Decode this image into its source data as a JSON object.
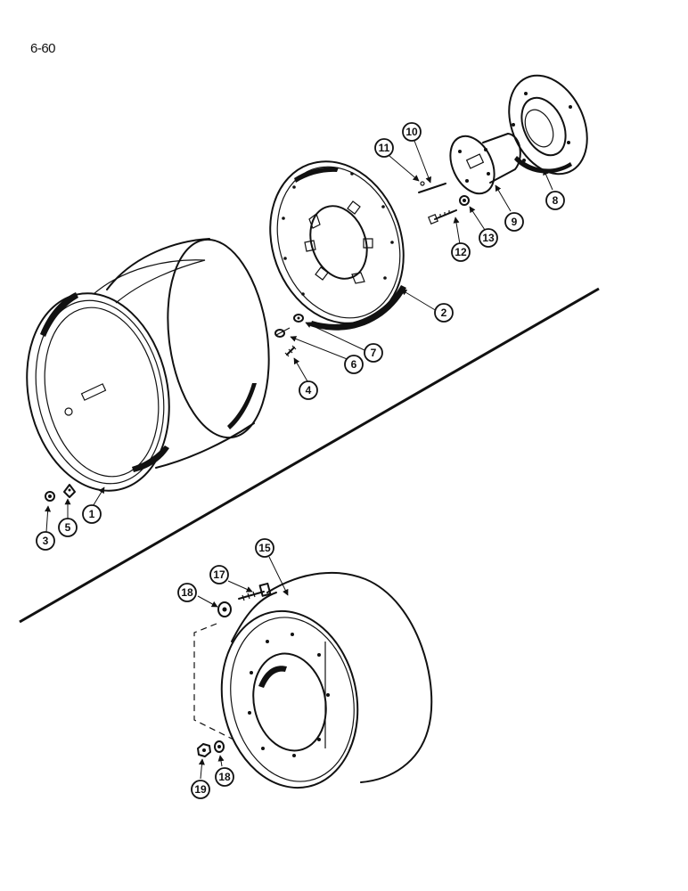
{
  "page": {
    "number": "6-60"
  },
  "callouts": [
    {
      "id": "1",
      "label": "1"
    },
    {
      "id": "2",
      "label": "2"
    },
    {
      "id": "3",
      "label": "3"
    },
    {
      "id": "4",
      "label": "4"
    },
    {
      "id": "5",
      "label": "5"
    },
    {
      "id": "6",
      "label": "6"
    },
    {
      "id": "7",
      "label": "7"
    },
    {
      "id": "8",
      "label": "8"
    },
    {
      "id": "9",
      "label": "9"
    },
    {
      "id": "10",
      "label": "10"
    },
    {
      "id": "11",
      "label": "11"
    },
    {
      "id": "12",
      "label": "12"
    },
    {
      "id": "13",
      "label": "13"
    },
    {
      "id": "15",
      "label": "15"
    },
    {
      "id": "17",
      "label": "17"
    },
    {
      "id": "18a",
      "label": "18"
    },
    {
      "id": "18b",
      "label": "18"
    },
    {
      "id": "19",
      "label": "19"
    }
  ]
}
